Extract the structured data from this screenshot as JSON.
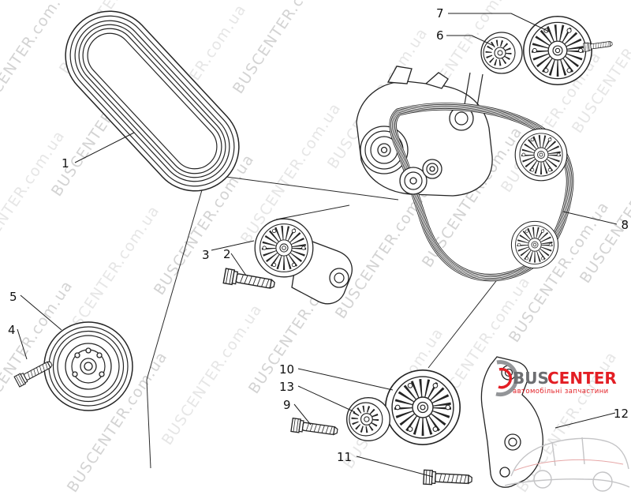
{
  "diagram": {
    "watermark_text": "BUSCENTER.com.ua",
    "labels": [
      {
        "id": "1"
      },
      {
        "id": "2"
      },
      {
        "id": "3"
      },
      {
        "id": "4"
      },
      {
        "id": "5"
      },
      {
        "id": "6"
      },
      {
        "id": "7"
      },
      {
        "id": "8"
      },
      {
        "id": "9"
      },
      {
        "id": "10"
      },
      {
        "id": "11"
      },
      {
        "id": "12"
      },
      {
        "id": "13"
      }
    ],
    "logo": {
      "brand_primary": "BUS",
      "brand_secondary": "CENTER",
      "tagline": "автомобільні запчастини",
      "color_primary": "#6d6e71",
      "color_secondary": "#e31e24"
    }
  }
}
